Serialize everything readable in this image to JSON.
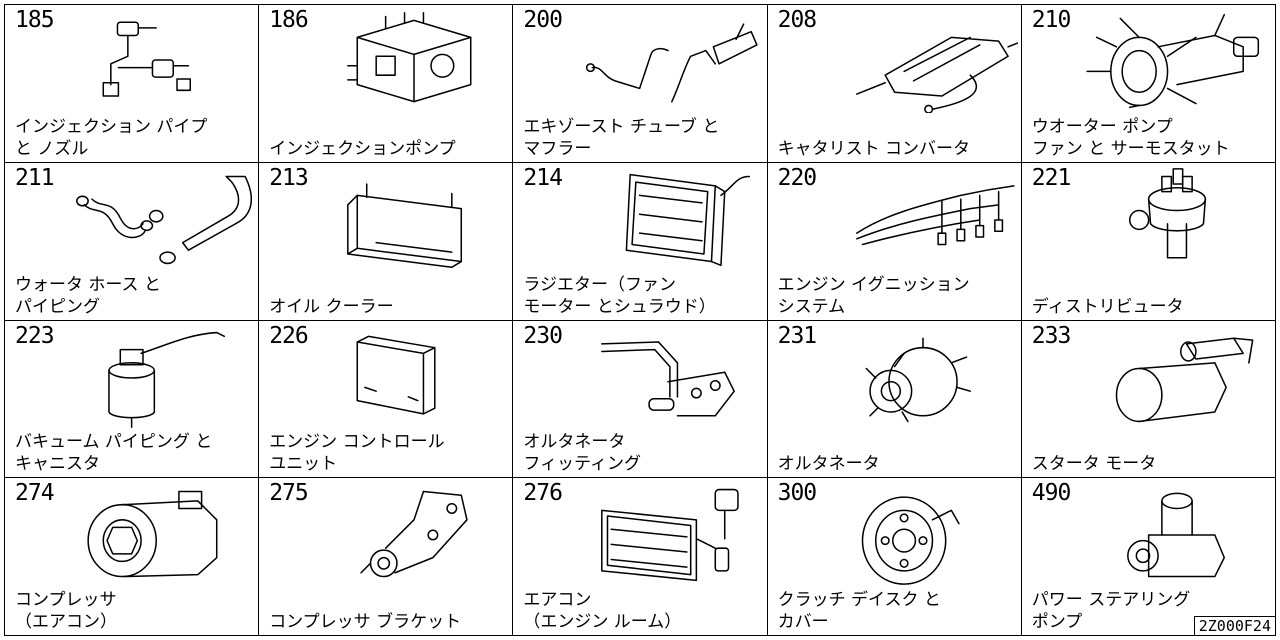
{
  "cells": [
    {
      "code": "185",
      "lines": [
        "インジェクション パイプ",
        "と ノズル"
      ],
      "icon": "injection-pipe-icon"
    },
    {
      "code": "186",
      "lines": [
        "インジェクションポンプ"
      ],
      "icon": "injection-pump-icon"
    },
    {
      "code": "200",
      "lines": [
        "エキゾースト チューブ と",
        "マフラー"
      ],
      "icon": "exhaust-muffler-icon"
    },
    {
      "code": "208",
      "lines": [
        "キャタリスト コンバータ"
      ],
      "icon": "catalytic-converter-icon"
    },
    {
      "code": "210",
      "lines": [
        "ウオーター ポンプ",
        "ファン と サーモスタット"
      ],
      "icon": "water-pump-fan-icon"
    },
    {
      "code": "211",
      "lines": [
        "ウォータ ホース と",
        "パイピング"
      ],
      "icon": "water-hose-icon"
    },
    {
      "code": "213",
      "lines": [
        "オイル クーラー"
      ],
      "icon": "oil-cooler-icon"
    },
    {
      "code": "214",
      "lines": [
        "ラジエター（ファン",
        "モーター とシュラウド）"
      ],
      "icon": "radiator-icon"
    },
    {
      "code": "220",
      "lines": [
        "エンジン イグニッション",
        "システム"
      ],
      "icon": "ignition-wires-icon"
    },
    {
      "code": "221",
      "lines": [
        "ディストリビュータ"
      ],
      "icon": "distributor-icon"
    },
    {
      "code": "223",
      "lines": [
        "バキューム パイピング と",
        "キャニスタ"
      ],
      "icon": "vacuum-canister-icon"
    },
    {
      "code": "226",
      "lines": [
        "エンジン コントロール",
        "ユニット"
      ],
      "icon": "ecu-icon"
    },
    {
      "code": "230",
      "lines": [
        "オルタネータ",
        "フィッティング"
      ],
      "icon": "alternator-bracket-icon"
    },
    {
      "code": "231",
      "lines": [
        "オルタネータ"
      ],
      "icon": "alternator-icon"
    },
    {
      "code": "233",
      "lines": [
        "スタータ モータ"
      ],
      "icon": "starter-motor-icon"
    },
    {
      "code": "274",
      "lines": [
        "コンプレッサ",
        "（エアコン）"
      ],
      "icon": "ac-compressor-icon"
    },
    {
      "code": "275",
      "lines": [
        "コンプレッサ ブラケット"
      ],
      "icon": "compressor-bracket-icon"
    },
    {
      "code": "276",
      "lines": [
        "エアコン",
        "（エンジン ルーム）"
      ],
      "icon": "ac-condenser-icon"
    },
    {
      "code": "300",
      "lines": [
        "クラッチ デイスク と",
        "カバー"
      ],
      "icon": "clutch-disc-icon"
    },
    {
      "code": "490",
      "lines": [
        "パワー ステアリング",
        "ポンプ"
      ],
      "icon": "power-steering-pump-icon"
    }
  ],
  "reference_code": "2Z000F24"
}
